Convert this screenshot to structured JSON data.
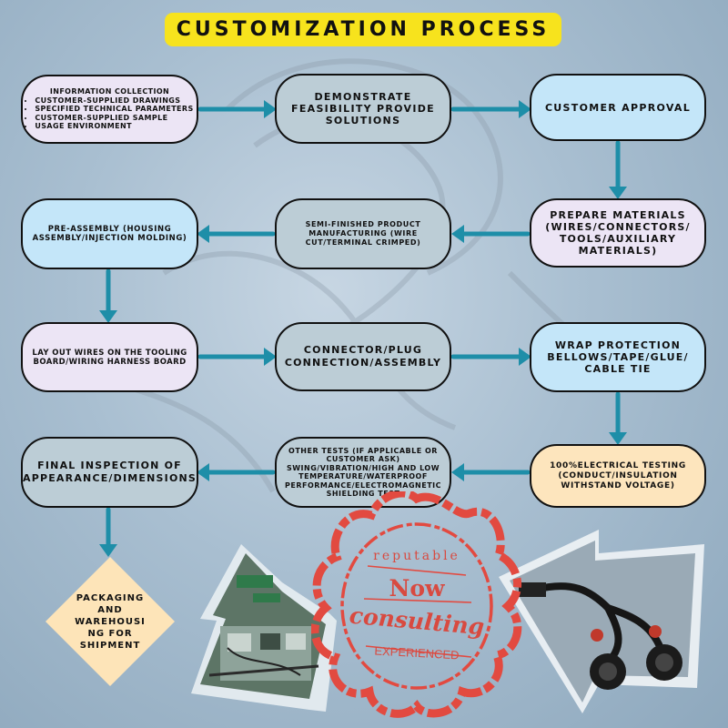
{
  "title": "CUSTOMIZATION PROCESS",
  "steps": {
    "info_collection": {
      "heading": "INFORMATION COLLECTION",
      "items": [
        "CUSTOMER-SUPPLIED DRAWINGS",
        "SPECIFIED TECHNICAL PARAMETERS",
        "CUSTOMER-SUPPLIED SAMPLE",
        "USAGE ENVIRONMENT"
      ]
    },
    "feasibility": "DEMONSTRATE FEASIBILITY PROVIDE SOLUTIONS",
    "approval": "CUSTOMER APPROVAL",
    "prepare_materials": "PREPARE MATERIALS (WIRES/CONNECTORS/ TOOLS/AUXILIARY MATERIALS)",
    "semi_finished": "SEMI-FINISHED PRODUCT MANUFACTURING (WIRE CUT/TERMINAL CRIMPED)",
    "pre_assembly": "PRE-ASSEMBLY (HOUSING ASSEMBLY/INJECTION MOLDING)",
    "lay_out_wires": "LAY OUT WIRES ON THE TOOLING BOARD/WIRING HARNESS BOARD",
    "connector_assembly": "CONNECTOR/PLUG CONNECTION/ASSEMBLY",
    "wrap_protection": "WRAP PROTECTION BELLOWS/TAPE/GLUE/ CABLE TIE",
    "electrical_testing": "100%ELECTRICAL TESTING (CONDUCT/INSULATION WITHSTAND VOLTAGE)",
    "other_tests": "OTHER TESTS (IF APPLICABLE OR CUSTOMER ASK) SWING/VIBRATION/HIGH AND LOW TEMPERATURE/WATERPROOF PERFORMANCE/ELECTROMAGNETIC SHIELDING TEST",
    "final_inspection": "FINAL INSPECTION OF APPEARANCE/DIMENSIONS",
    "packaging": "PACKAGING AND WAREHOUSI NG FOR SHIPMENT"
  },
  "stamp": {
    "top": "reputable",
    "middle": "Now",
    "script": "consulting",
    "bottom": "EXPERIENCED"
  },
  "colors": {
    "title_bg": "#f7e31d",
    "arrow": "#1e8ea8",
    "stamp": "#e24a40",
    "diamond": "#fde4b8"
  }
}
